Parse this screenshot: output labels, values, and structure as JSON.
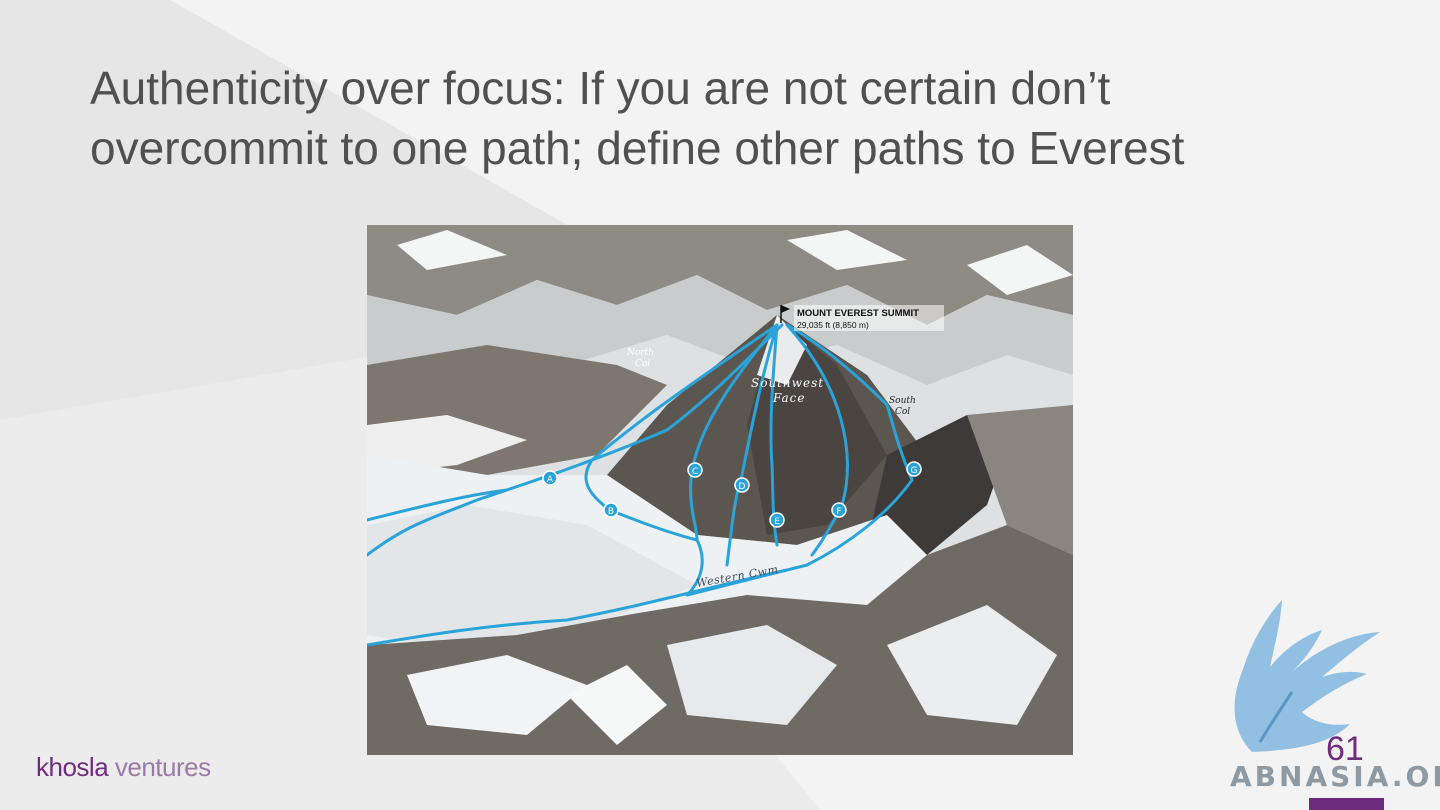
{
  "slide": {
    "title_line1": "Authenticity over focus: If you are not certain don’t",
    "title_line2": "overcommit to one path; define other paths to Everest",
    "page_number": "61"
  },
  "brand": {
    "part1": "khosla",
    "part2": "ventures"
  },
  "watermark": {
    "text": "ABNASIA.ORG"
  },
  "map": {
    "summit_title": "MOUNT EVEREST SUMMIT",
    "summit_elevation": "29,035 ft (8,850 m)",
    "north_col": [
      "North",
      "Col"
    ],
    "southwest_face": [
      "Southwest",
      "Face"
    ],
    "south_col": [
      "South",
      "Col"
    ],
    "western_cwm": "Western Cwm",
    "route_markers": [
      "A",
      "B",
      "C",
      "D",
      "E",
      "F",
      "G"
    ],
    "route_color": "#2aa3d9"
  },
  "colors": {
    "accent": "#6f2c7f",
    "title": "#505050"
  }
}
